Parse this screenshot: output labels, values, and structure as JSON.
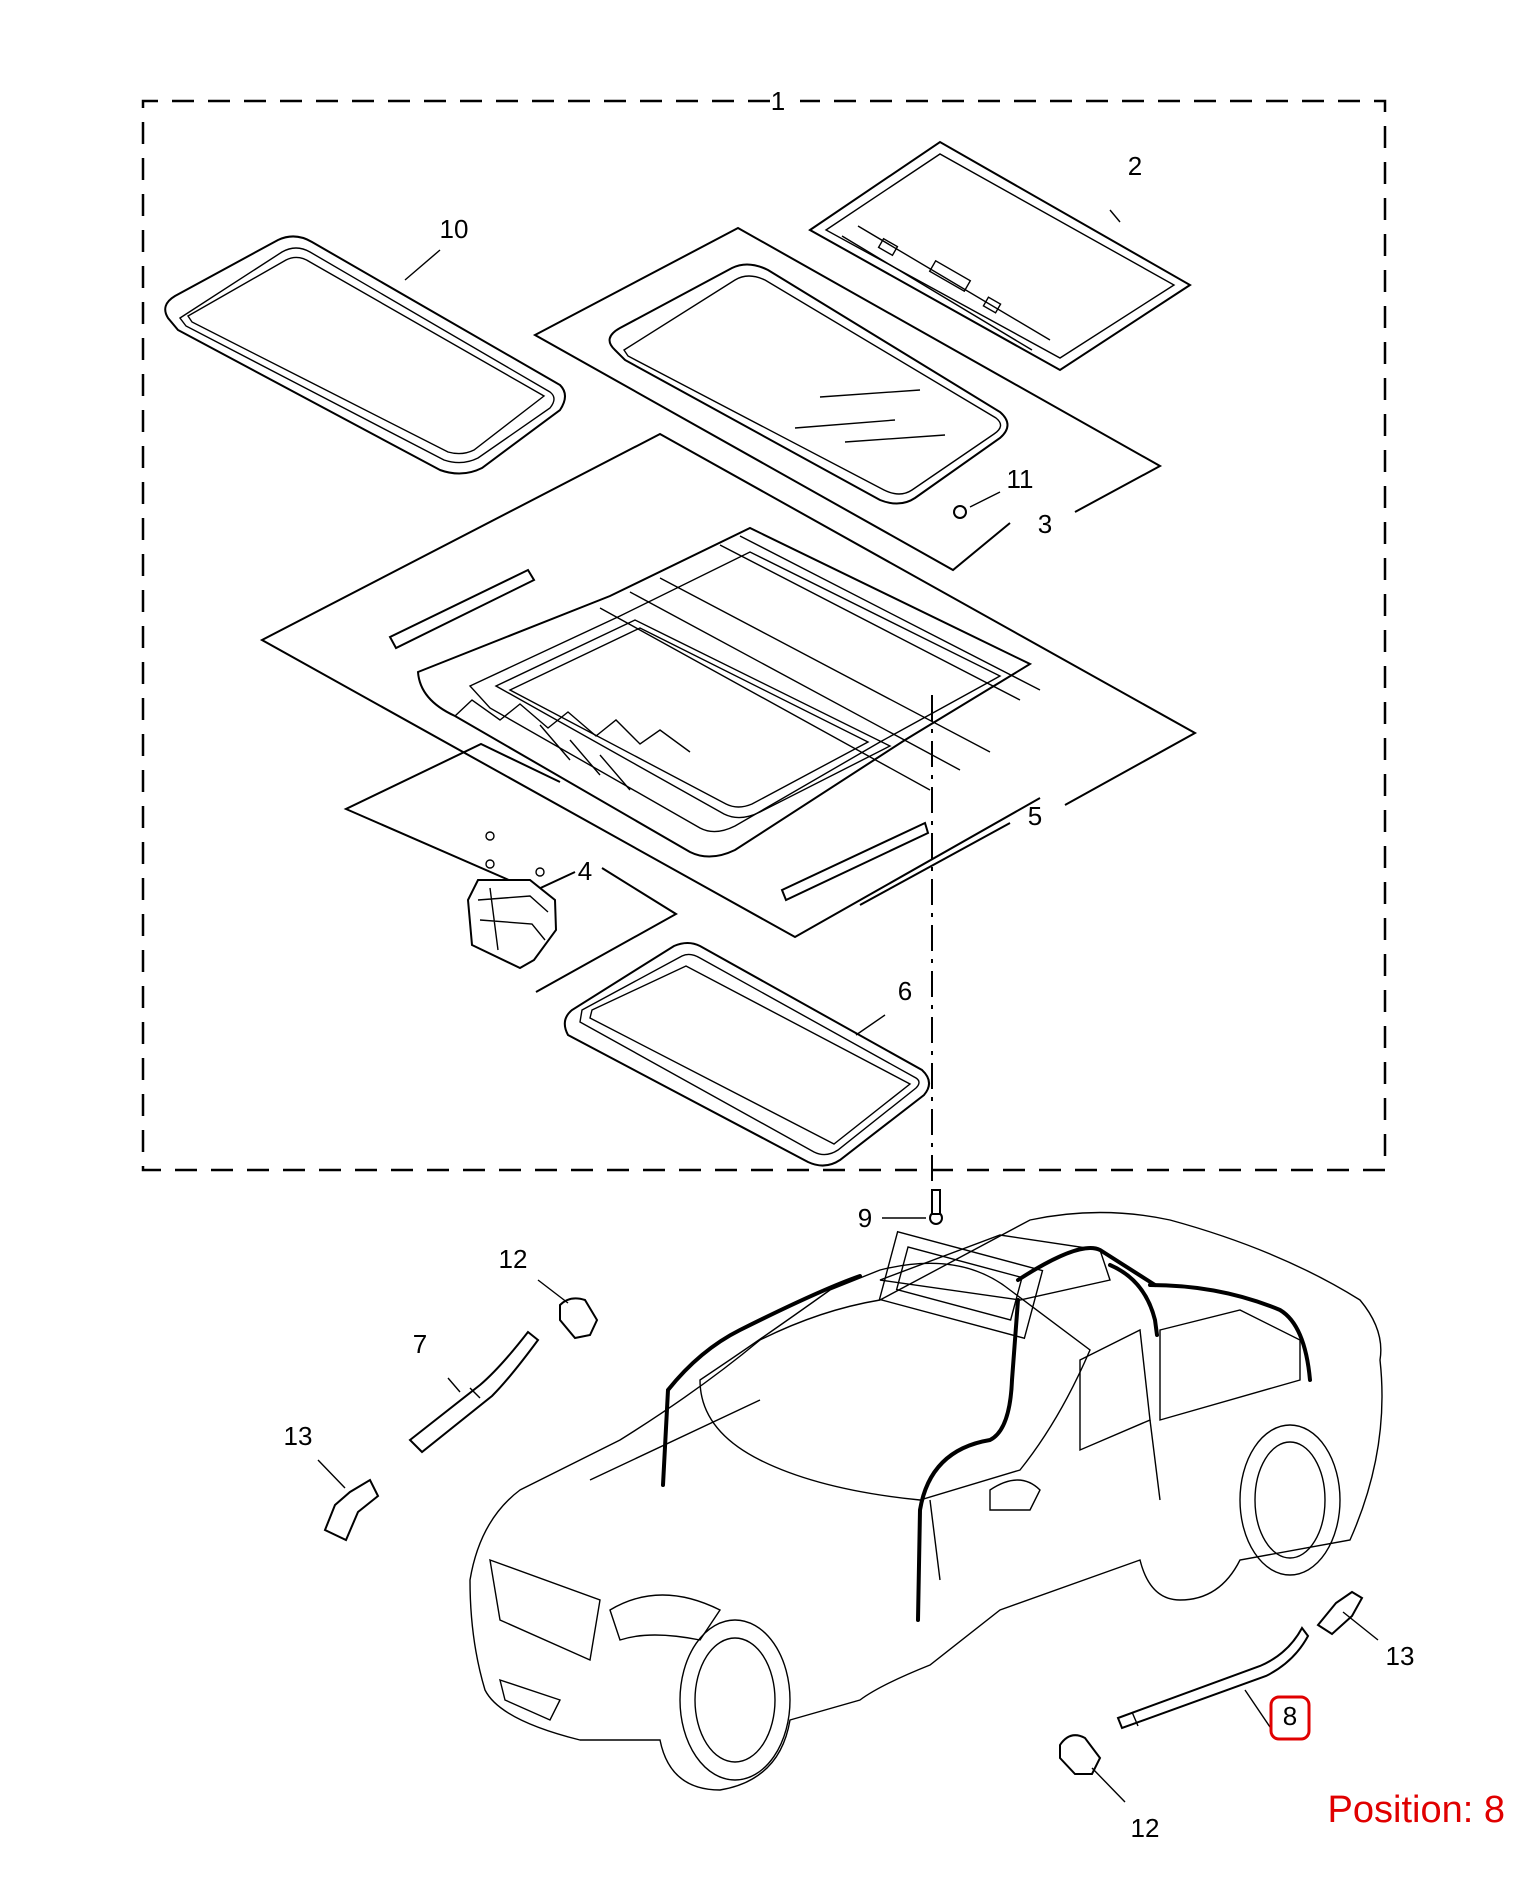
{
  "callouts": {
    "c1": "1",
    "c2": "2",
    "c3": "3",
    "c4": "4",
    "c5": "5",
    "c6": "6",
    "c7": "7",
    "c8": "8",
    "c9": "9",
    "c10": "10",
    "c11": "11",
    "c12a": "12",
    "c12b": "12",
    "c13a": "13",
    "c13b": "13"
  },
  "position_label": "Position: 8",
  "highlight": {
    "part": "8",
    "color": "#e00000"
  }
}
